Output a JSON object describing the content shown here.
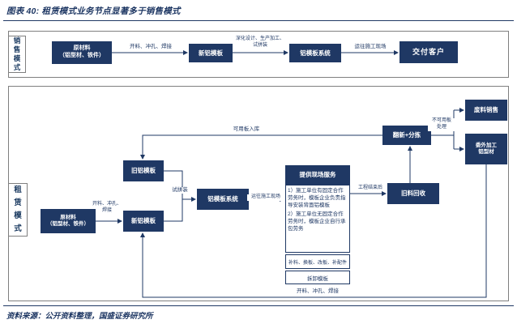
{
  "title": "图表 40: 租赁模式业务节点显著多于销售模式",
  "source": "资料来源：公开资料整理，国盛证券研究所",
  "colors": {
    "navy": "#1f3864",
    "frame_gray": "#7f7f7f"
  },
  "sales": {
    "section_label": "销售模式",
    "raw_material": "原材料\n（铝型材、铁件）",
    "edge_cut": "开料、冲孔、焊接",
    "new_formwork": "新铝模板",
    "edge_design": "深化设计、生产加工、\n试拼装",
    "formwork_system": "铝模板系统",
    "edge_ship": "运往施工现场",
    "deliver": "交付客户"
  },
  "lease": {
    "section_label": "租赁模式",
    "raw_material": "原材料\n（铝型材、铁件）",
    "edge_cut": "开料、冲孔、\n焊接",
    "new_formwork": "新铝模板",
    "old_formwork": "旧铝模板",
    "edge_trial": "试拼装",
    "formwork_system": "铝模板系统",
    "edge_ship": "运往施工现场",
    "onsite_header": "提供现场服务",
    "onsite_item1": "1）施工单位有固定合作劳务时，模板企业负责指导安装背面铝模板",
    "onsite_item2": "2）施工单位无固定合作劳务时，模板企业自行承包劳务",
    "supplement": "补料、换板、改板、补配件",
    "dismantle": "拆卸模板",
    "edge_end": "工程结束后",
    "recycle": "旧料回收",
    "refurbish": "翻新+分拣",
    "edge_usable": "可用板入库",
    "edge_unusable": "不可用板\n处理",
    "scrap_sale": "废料销售",
    "outsource": "委外加工\n铝型材",
    "edge_cut_return": "开料、冲孔、焊接"
  }
}
